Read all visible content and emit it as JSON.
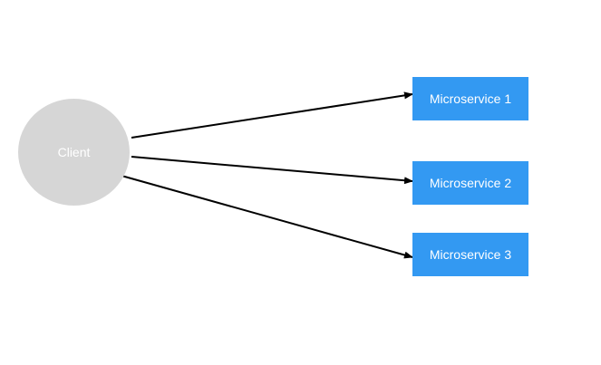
{
  "diagram": {
    "client": {
      "label": "Client",
      "color": "#d6d6d6"
    },
    "services": [
      {
        "label": "Microservice 1"
      },
      {
        "label": "Microservice 2"
      },
      {
        "label": "Microservice 3"
      }
    ],
    "service_color": "#3399f2",
    "arrow_color": "#000000"
  }
}
